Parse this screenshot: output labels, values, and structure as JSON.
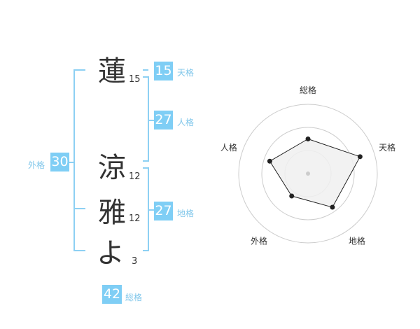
{
  "colors": {
    "accent": "#7fcef5",
    "accent_label": "#7fc6ea",
    "line": "#8dd0f3",
    "text": "#333333",
    "ring": "#cccccc",
    "fill": "#f0f0f0"
  },
  "name": {
    "chars": [
      {
        "char": "蓮",
        "strokes": "15"
      },
      {
        "char": "涼",
        "strokes": "12"
      },
      {
        "char": "雅",
        "strokes": "12"
      },
      {
        "char": "よ",
        "strokes": "3"
      }
    ]
  },
  "kaku": {
    "tenkaku": {
      "value": "15",
      "label": "天格"
    },
    "jinkaku": {
      "value": "27",
      "label": "人格"
    },
    "chikaku": {
      "value": "27",
      "label": "地格"
    },
    "gaikaku": {
      "value": "30",
      "label": "外格"
    },
    "soukaku": {
      "value": "42",
      "label": "総格"
    }
  },
  "chart_data": {
    "type": "radar",
    "axes": [
      "総格",
      "天格",
      "地格",
      "外格",
      "人格"
    ],
    "values": [
      0.5,
      0.79,
      0.6,
      0.4,
      0.58
    ],
    "range": [
      0,
      1
    ],
    "rings": 3
  }
}
